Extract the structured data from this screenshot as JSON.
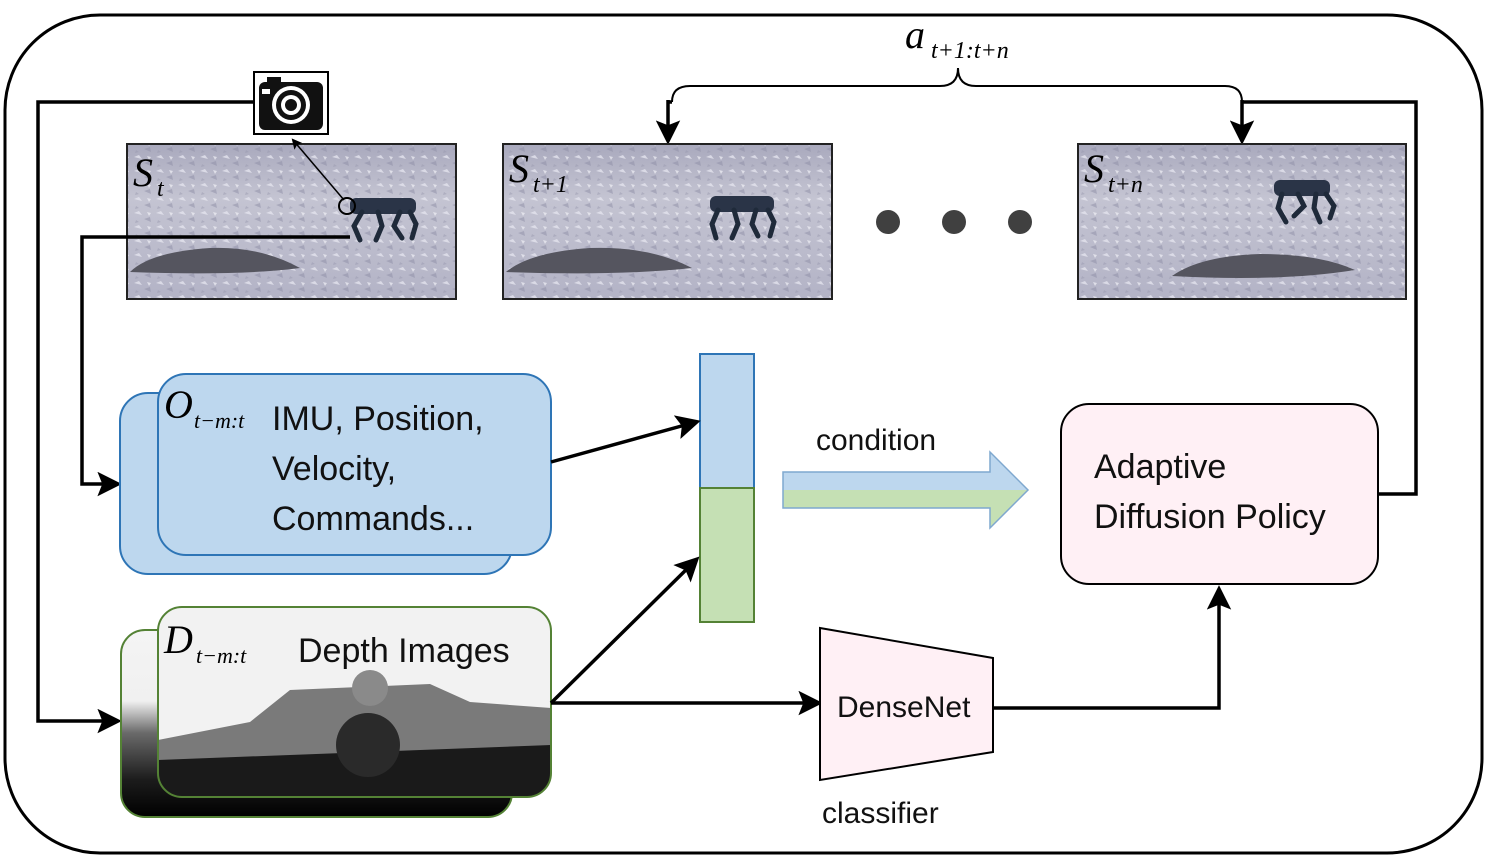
{
  "action_label": {
    "main": "a",
    "sub": "t+1:t+n"
  },
  "frames": [
    {
      "main": "S",
      "sub": "t"
    },
    {
      "main": "S",
      "sub": "t+1"
    },
    {
      "main": "S",
      "sub": "t+n"
    }
  ],
  "obs": {
    "main": "O",
    "sub": "t−m:t",
    "text": [
      "IMU, Position,",
      "Velocity,",
      "Commands..."
    ]
  },
  "depth": {
    "main": "D",
    "sub": "t−m:t",
    "title": "Depth Images"
  },
  "condition_label": "condition",
  "policy_lines": [
    "Adaptive",
    "Diffusion Policy"
  ],
  "densenet_label": "DenseNet",
  "classifier_label": "classifier",
  "colors": {
    "obs_fill": "#bdd7ee",
    "obs_stroke": "#2e75b6",
    "depth_stroke": "#548235",
    "green_fill": "#c5e0b4",
    "policy_fill": "#fff0f5",
    "densenet_fill": "#fff0f5",
    "terrain": "#b9b9c8"
  }
}
